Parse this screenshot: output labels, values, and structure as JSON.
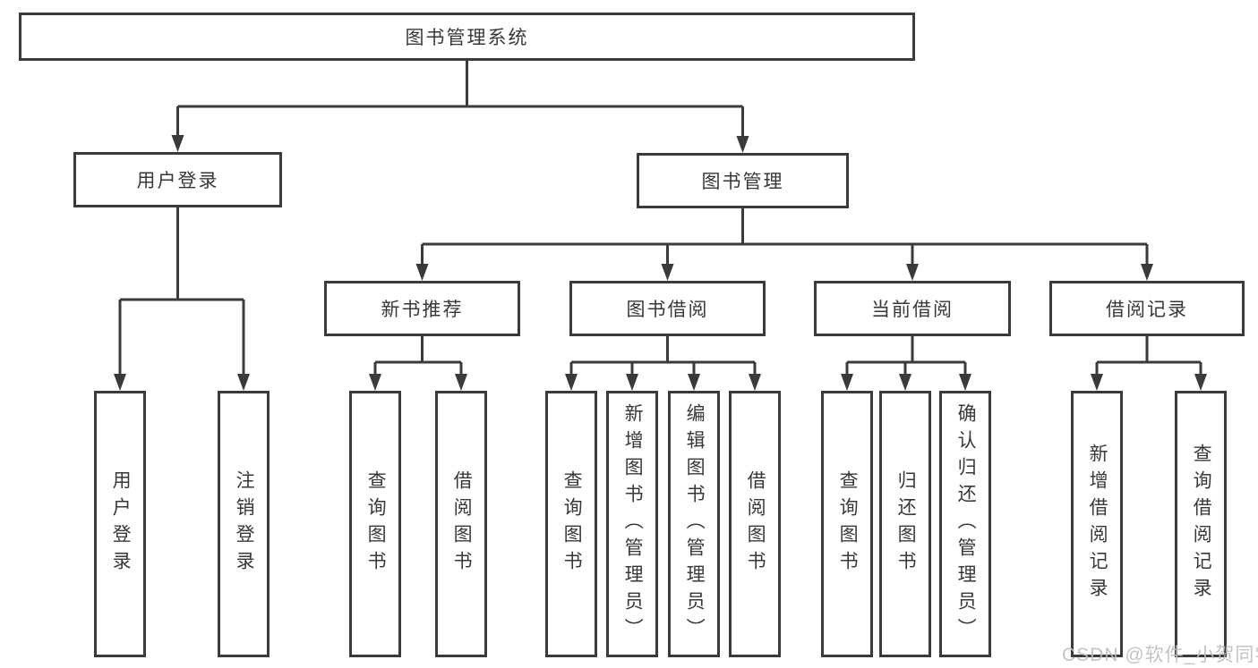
{
  "root": {
    "label": "图书管理系统",
    "children": [
      {
        "label": "用户登录",
        "children": [
          {
            "label": "用户登录"
          },
          {
            "label": "注销登录"
          }
        ]
      },
      {
        "label": "图书管理",
        "children": [
          {
            "label": "新书推荐",
            "children": [
              {
                "label": "查询图书"
              },
              {
                "label": "借阅图书"
              }
            ]
          },
          {
            "label": "图书借阅",
            "children": [
              {
                "label": "查询图书"
              },
              {
                "label": "新增图书（管理员）"
              },
              {
                "label": "编辑图书（管理员）"
              },
              {
                "label": "借阅图书"
              }
            ]
          },
          {
            "label": "当前借阅",
            "children": [
              {
                "label": "查询图书"
              },
              {
                "label": "归还图书"
              },
              {
                "label": "确认归还（管理员）"
              }
            ]
          },
          {
            "label": "借阅记录",
            "children": [
              {
                "label": "新增借阅记录"
              },
              {
                "label": "查询借阅记录"
              }
            ]
          }
        ]
      }
    ]
  },
  "watermark": {
    "text": "CSDN @软件_小贺同学"
  },
  "colors": {
    "line": "#3a3a3a",
    "text": "#383838",
    "box_fill": "#ffffff",
    "background": "#ffffff",
    "watermark": "#bebebe"
  }
}
